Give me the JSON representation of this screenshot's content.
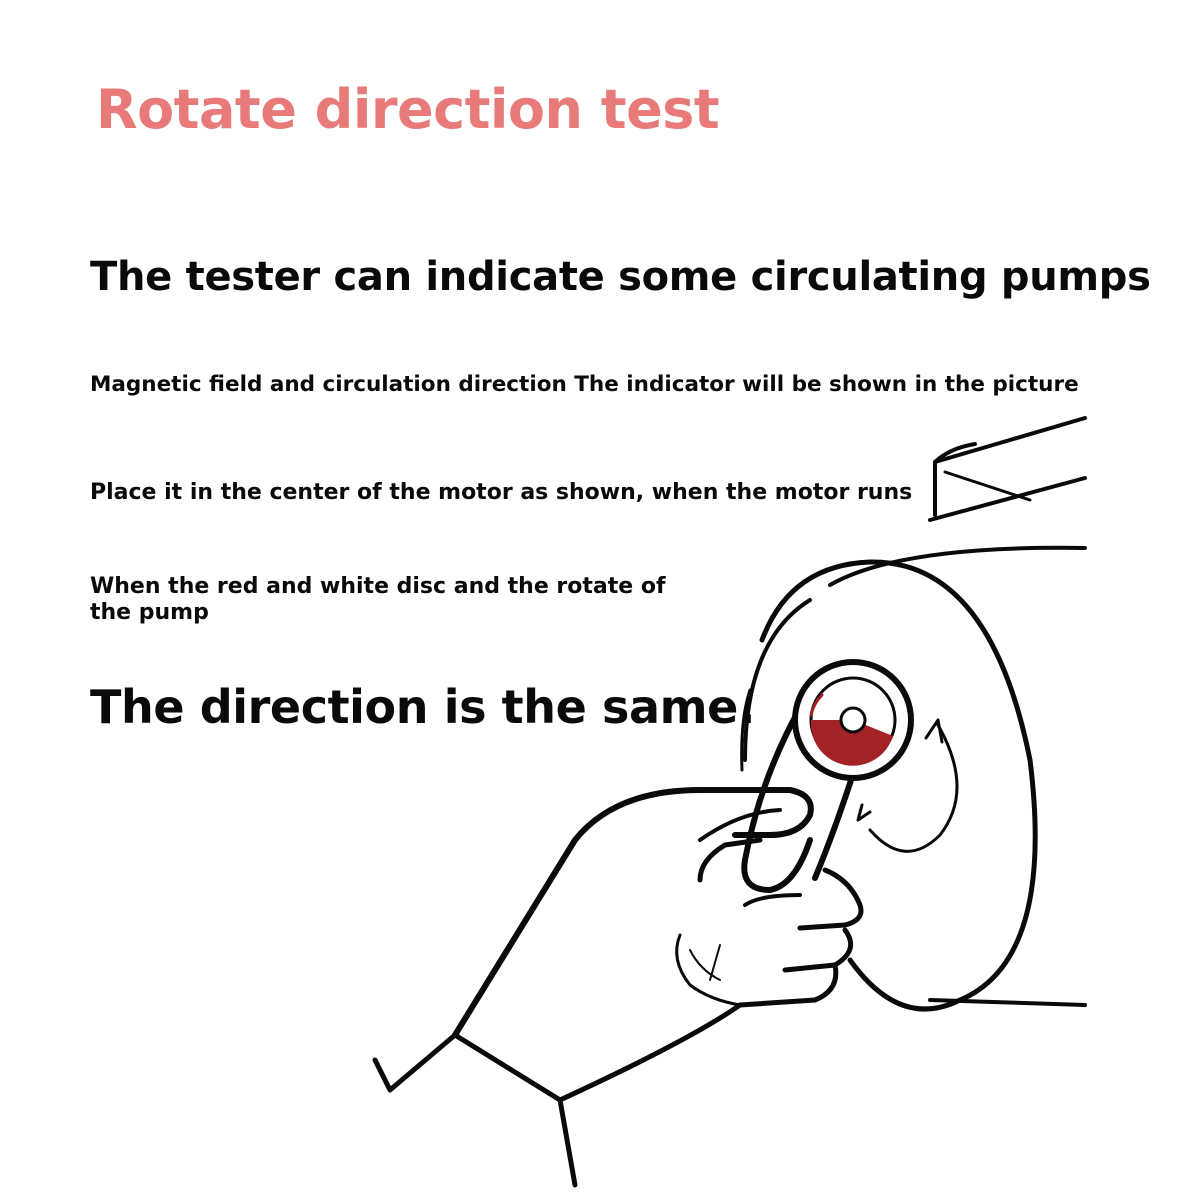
{
  "title": "Rotate direction test",
  "headline": "The tester can indicate some circulating pumps",
  "instructions": [
    "Magnetic field and circulation direction The indicator will be shown in the picture",
    "Place it in the center of the motor as shown, when the motor runs",
    "When the red and white disc and the rotate of the pump"
  ],
  "conclusion": "The direction is the same.",
  "colors": {
    "title": "#e87a7a",
    "disc_red": "#a32226",
    "line": "#0a0a0a"
  }
}
